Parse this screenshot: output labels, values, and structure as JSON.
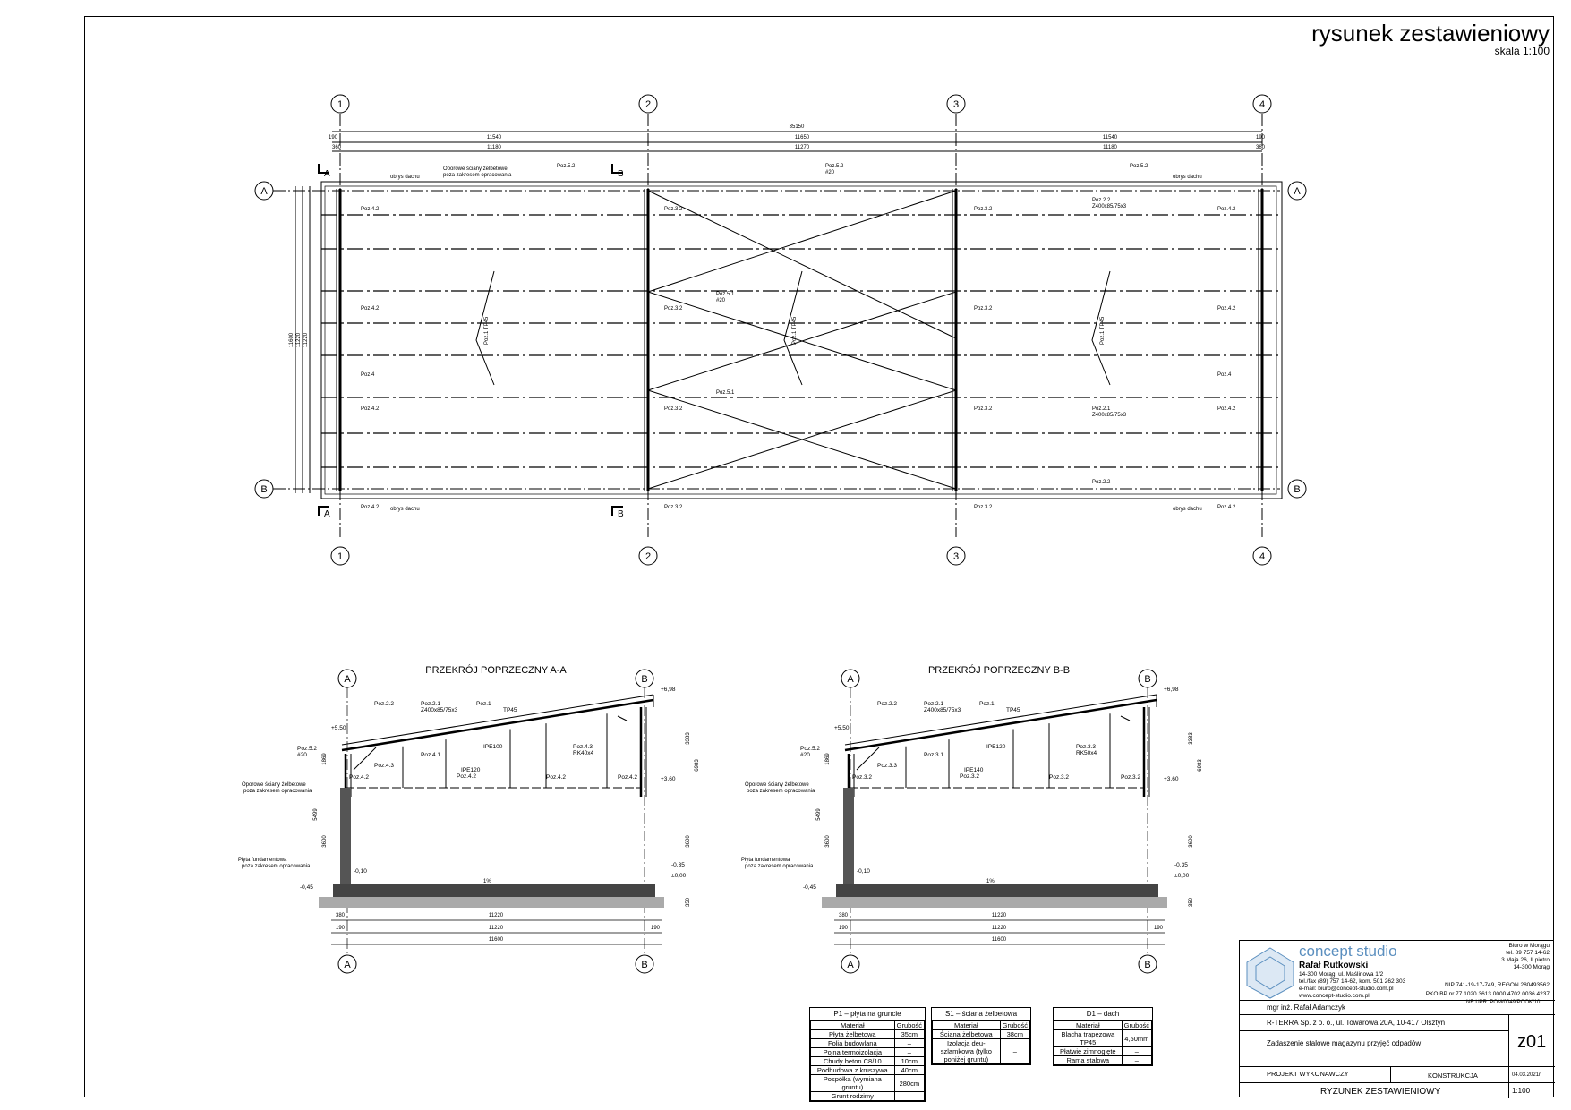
{
  "sheet": {
    "title": "rysunek zestawieniowy",
    "scale": "skala 1:100"
  },
  "plan": {
    "axes_x": [
      "1",
      "2",
      "3",
      "4"
    ],
    "axes_y": [
      "A",
      "B"
    ],
    "dims_total": "35150",
    "dims_row1": [
      "190",
      "11540",
      "11650",
      "11540",
      "190"
    ],
    "dims_row2": [
      "360",
      "11180",
      "11270",
      "11180",
      "360"
    ],
    "dims_left": [
      "11600",
      "11220",
      "11220"
    ],
    "labels": {
      "roof_outline": "obrys dachu",
      "wall_note_1": "Oporowe ściany żelbetowe",
      "wall_note_2": "poza zakresem opracowania",
      "poz52": "Poz.5.2",
      "phi20": "#20",
      "poz42": "Poz.4.2",
      "poz32": "Poz.3.2",
      "poz4": "Poz.4",
      "poz22": "Poz.2.2",
      "poz21": "Poz.2.1",
      "z400a": "Z400x85/75x3",
      "z400b": "Z400x85/75x3",
      "poz51": "Poz.5.1",
      "poz1": "Poz.1 TP45",
      "sec_a": "A",
      "sec_b": "B"
    }
  },
  "sections": [
    {
      "title": "PRZEKRÓJ POPRZECZNY A-A",
      "axes": [
        "A",
        "B"
      ],
      "labels": [
        "Poz.2.2",
        "Poz.2.1",
        "Z400x85/75x3",
        "Poz.1",
        "TP45",
        "Poz.4.3",
        "Poz.4.1",
        "IPE100",
        "Poz.4.3",
        "RK40x4",
        "Poz.4.2",
        "IPE120",
        "Poz.4.2",
        "Poz.4.2",
        "Poz.4.2",
        "Poz.5.2",
        "#20"
      ],
      "levels": [
        "+6,98",
        "+5,50",
        "+3,60",
        "±0,00",
        "-0,10",
        "-0,35",
        "-0,45"
      ],
      "dims": [
        "380",
        "11220",
        "190",
        "11220",
        "190",
        "11600"
      ],
      "vertical_dims": [
        "1869",
        "5499",
        "3600",
        "3383",
        "6983",
        "3600",
        "350"
      ],
      "notes": [
        "Oporowe ściany żelbetowe",
        "poza zakresem opracowania",
        "Płyta fundamentowa",
        "poza zakresem opracowania",
        "1%"
      ]
    },
    {
      "title": "PRZEKRÓJ POPRZECZNY B-B",
      "axes": [
        "A",
        "B"
      ],
      "labels": [
        "Poz.2.2",
        "Poz.2.1",
        "Z400x85/75x3",
        "Poz.1",
        "TP45",
        "Poz.3.3",
        "Poz.3.1",
        "IPE120",
        "Poz.3.3",
        "RK50x4",
        "Poz.3.2",
        "IPE140",
        "Poz.3.2",
        "Poz.3.2",
        "Poz.3.2",
        "Poz.5.2",
        "#20"
      ],
      "levels": [
        "+6,98",
        "+5,50",
        "+3,60",
        "±0,00",
        "-0,10",
        "-0,35",
        "-0,45"
      ],
      "dims": [
        "380",
        "11220",
        "190",
        "11220",
        "190",
        "11600"
      ],
      "vertical_dims": [
        "1869",
        "5499",
        "3600",
        "3383",
        "6983",
        "3600",
        "350"
      ],
      "notes": [
        "Oporowe ściany żelbetowe",
        "poza zakresem opracowania",
        "Płyta fundamentowa",
        "poza zakresem opracowania",
        "1%"
      ]
    }
  ],
  "material_tables": [
    {
      "caption": "P1 – płyta na gruncie",
      "headers": [
        "Materiał",
        "Grubość"
      ],
      "rows": [
        [
          "Płyta żelbetowa",
          "35cm"
        ],
        [
          "Folia budowlana",
          "–"
        ],
        [
          "Pojna termoizolacja",
          "–"
        ],
        [
          "Chudy beton C8/10",
          "10cm"
        ],
        [
          "Podbudowa z kruszywa",
          "40cm"
        ],
        [
          "Pospółka (wymiana gruntu)",
          "280cm"
        ],
        [
          "Grunt rodzimy",
          "–"
        ]
      ]
    },
    {
      "caption": "S1 – ściana żelbetowa",
      "headers": [
        "Materiał",
        "Grubość"
      ],
      "rows": [
        [
          "Ściana żelbetowa",
          "38cm"
        ],
        [
          "Izolacja deu-szlamkowa (tylko poniżej gruntu)",
          "–"
        ]
      ]
    },
    {
      "caption": "D1 – dach",
      "headers": [
        "Materiał",
        "Grubość"
      ],
      "rows": [
        [
          "Blacha trapezowa TP45",
          "4,50mm"
        ],
        [
          "Płatwie zimnogięte",
          "–"
        ],
        [
          "Rama stalowa",
          "–"
        ]
      ]
    }
  ],
  "title_block": {
    "studio": "concept studio",
    "owner": "Rafał Rutkowski",
    "address_1": "14-300 Morąg, ul. Maślinowa 1/2",
    "address_2": "tel./fax (89) 757 14-62, kom. 501 262 303",
    "address_3": "e-mail: biuro@concept-studio.com.pl",
    "address_4": "www.concept-studio.com.pl",
    "office_1": "Biuro w Morągu",
    "office_2": "tel. 89 757 14-62",
    "office_3": "3 Maja 26, II piętro",
    "office_4": "14-300 Morąg",
    "nip": "NIP 741-19-17-749, REGON 280493562",
    "bank": "PKO BP nr 77 1020 3613 0000 4702 0036 4237",
    "designer": "mgr inż. Rafał Adamczyk",
    "designer_perm": "NR UPR. POM/0049/POOK/10",
    "investor": "R-TERRA Sp. z o. o., ul. Towarowa 20A, 10-417 Olsztyn",
    "object": "Zadaszenie stalowe magazynu przyjęć odpadów",
    "sheet_no": "z01",
    "stage": "PROJEKT WYKONAWCZY",
    "branch": "KONSTRUKCJA",
    "date": "04.03.2021r.",
    "drawing": "RYZUNEK ZESTAWIENIOWY",
    "scale": "1:100"
  },
  "colors": {
    "line": "#000000",
    "logo": "#5b8fbf",
    "hatch": "#444444"
  }
}
